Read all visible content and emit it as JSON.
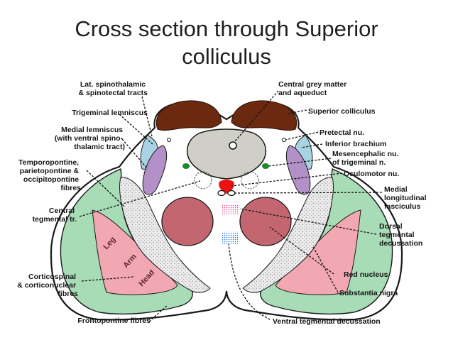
{
  "title": {
    "line1": "Cross section through Superior",
    "line2": "colliculus"
  },
  "colors": {
    "superior_colliculus": "#6b2a10",
    "central_grey": "#cfcfc8",
    "red_nucleus": "#c3666f",
    "substantia_nigra_speckle": "#d4d4d4",
    "crus_green": "#a8dcb6",
    "crus_pink": "#f2a8b3",
    "medial_lemniscus": "#b490c8",
    "brachium_blue": "#a9d3e2",
    "oculomotor": "#ee1111",
    "trigeminal_nucleus": "#1e8a2a"
  },
  "labels": {
    "lat_spinothalamic": [
      "Lat. spinothalamic",
      "& spinotectal tracts"
    ],
    "trigeminal_lemniscus": [
      "Trigeminal lemniscus"
    ],
    "medial_lemniscus": [
      "Medial lemniscus",
      "(with ventral spino-",
      "thalamic tract)"
    ],
    "temporopontine": [
      "Temporopontine,",
      "parietopontine &",
      "occipitopontine",
      "fibres"
    ],
    "central_tegmental": [
      "Central",
      "tegmental tr."
    ],
    "corticospinal": [
      "Corticospinal",
      "& corticonuclear",
      "fibres"
    ],
    "frontopontine": [
      "Frontopontine fibres"
    ],
    "central_grey": [
      "Central grey matter",
      "and aqueduct"
    ],
    "superior_colliculus": [
      "Superior colliculus"
    ],
    "pretectal": [
      "Pretectal nu."
    ],
    "inferior_brachium": [
      "Inferior brachium"
    ],
    "mesencephalic": [
      "Mesencephalic nu.",
      "of trigeminal n."
    ],
    "oculomotor": [
      "Oculomotor nu."
    ],
    "mlf": [
      "Medial",
      "longitudinal",
      "fasciculus"
    ],
    "dorsal_tegmental": [
      "Dorsal",
      "tegmental",
      "decussation"
    ],
    "red_nucleus": [
      "Red nucleus"
    ],
    "substantia_nigra": [
      "Substantia nigra"
    ],
    "ventral_tegmental": [
      "Ventral tegmental decussation"
    ]
  },
  "somatotopy": [
    "Leg",
    "Arm",
    "Head"
  ]
}
